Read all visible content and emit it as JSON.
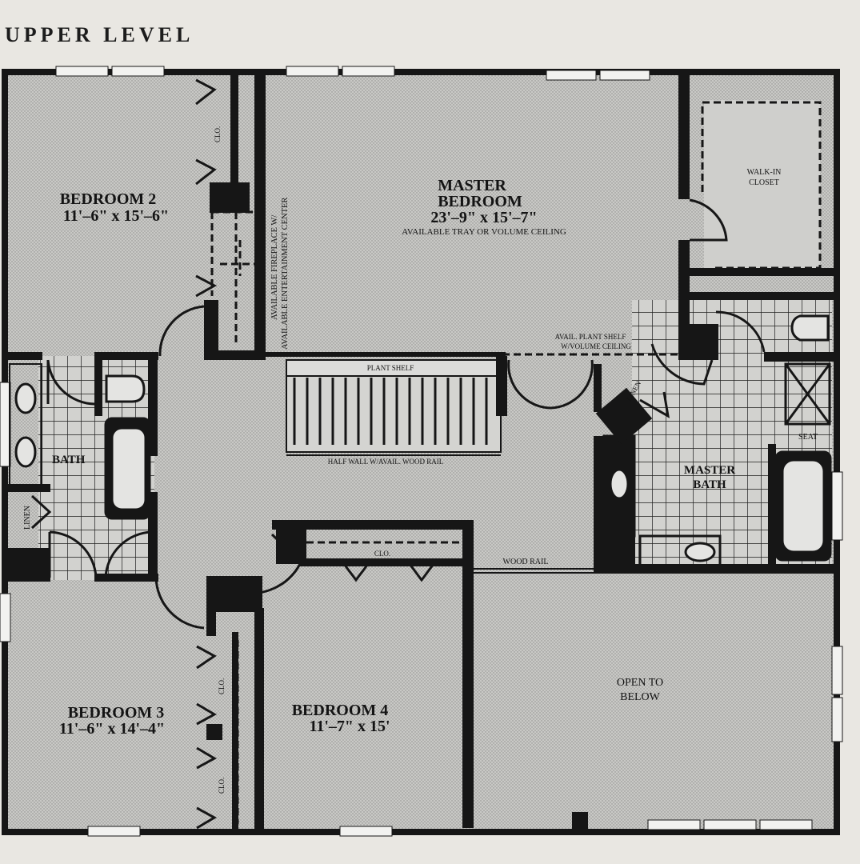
{
  "heading": "UPPER LEVEL",
  "rooms": {
    "bedroom2": {
      "name": "BEDROOM 2",
      "size": "11'–6\" x 15'–6\""
    },
    "master": {
      "name_line1": "MASTER",
      "name_line2": "BEDROOM",
      "size": "23'–9\" x 15'–7\"",
      "note": "AVAILABLE TRAY OR VOLUME CEILING"
    },
    "walkin": {
      "line1": "WALK-IN",
      "line2": "CLOSET"
    },
    "fireplace": {
      "line1": "AVAILABLE FIREPLACE W/",
      "line2": "AVAILABLE ENTERTAINMENT CENTER"
    },
    "bath": {
      "name": "BATH"
    },
    "linen_left": {
      "name": "LINEN"
    },
    "linen_master": {
      "name": "LINEN"
    },
    "master_bath": {
      "line1": "MASTER",
      "line2": "BATH"
    },
    "seat": {
      "name": "SEAT"
    },
    "plant_shelf": {
      "name": "PLANT SHELF"
    },
    "half_wall": {
      "name": "HALF WALL W/AVAIL. WOOD RAIL"
    },
    "plant_shelf_avail": {
      "line1": "AVAIL. PLANT SHELF",
      "line2": "W/VOLUME CEILING"
    },
    "wood_rail": {
      "name": "WOOD RAIL"
    },
    "clo_hall": {
      "name": "CLO."
    },
    "clo_b2": {
      "name": "CLO."
    },
    "clo_b3_top": {
      "name": "CLO."
    },
    "clo_b3_bottom": {
      "name": "CLO."
    },
    "bedroom3": {
      "name": "BEDROOM 3",
      "size": "11'–6\" x 14'–4\""
    },
    "bedroom4": {
      "name": "BEDROOM 4",
      "size": "11'–7\" x 15'"
    },
    "open_below": {
      "line1": "OPEN TO",
      "line2": "BELOW"
    }
  }
}
